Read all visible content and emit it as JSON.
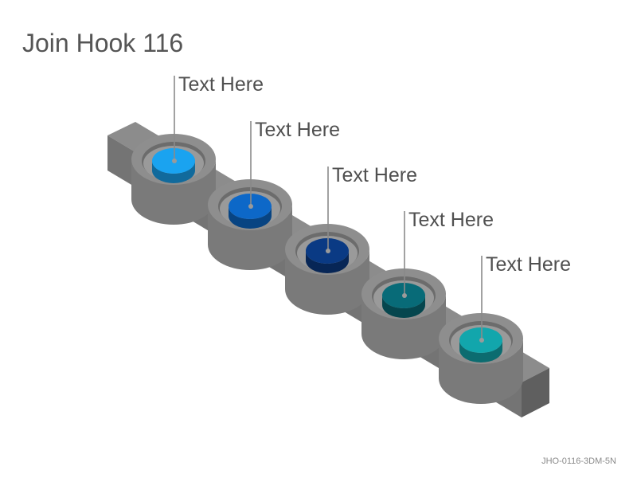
{
  "slide": {
    "title": "Join Hook 116",
    "code": "JHO-0116-3DM-5N"
  },
  "nodes": [
    {
      "label": "Text Here",
      "color": "#1aa3f0"
    },
    {
      "label": "Text Here",
      "color": "#0d68c8"
    },
    {
      "label": "Text Here",
      "color": "#0a3a84"
    },
    {
      "label": "Text Here",
      "color": "#086b78"
    },
    {
      "label": "Text Here",
      "color": "#12a6ac"
    }
  ]
}
